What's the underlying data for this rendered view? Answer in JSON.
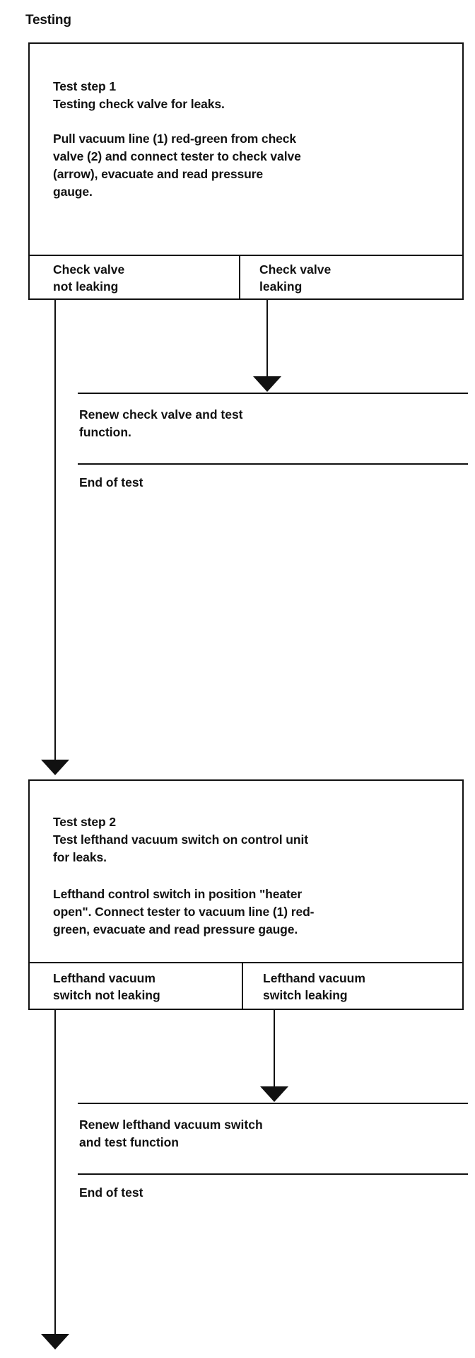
{
  "title": "Testing",
  "step1": {
    "heading": "Test step 1",
    "subheading": "Testing check valve for leaks.",
    "instructions": "Pull vacuum line (1) red-green from check\nvalve (2) and connect tester to check valve\n(arrow), evacuate and read pressure\ngauge.",
    "branch_left": "Check valve\nnot leaking",
    "branch_right": "Check valve\nleaking",
    "action": "Renew check valve and test\nfunction.",
    "end": "End of test"
  },
  "step2": {
    "heading": "Test step 2",
    "subheading": "Test lefthand vacuum switch on control unit\nfor leaks.",
    "instructions": "Lefthand control switch in position \"heater\nopen\". Connect tester to vacuum line (1) red-\ngreen, evacuate and read pressure gauge.",
    "branch_left": "Lefthand vacuum\nswitch not leaking",
    "branch_right": "Lefthand vacuum\nswitch leaking",
    "action": "Renew lefthand vacuum switch\nand test function",
    "end": "End of test"
  }
}
